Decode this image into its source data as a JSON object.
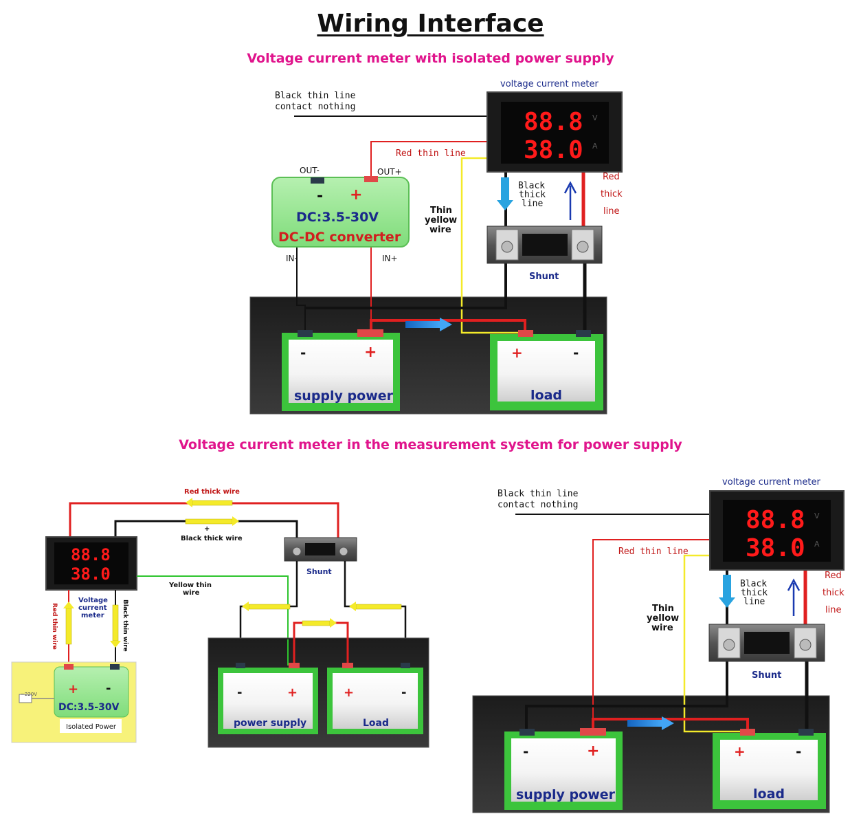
{
  "page": {
    "title": "Wiring Interface",
    "subtitle_isolated": "Voltage current meter with isolated power supply",
    "subtitle_measurement": "Voltage current meter in the measurement system for power supply"
  },
  "colors": {
    "heading": "#111111",
    "subtitle": "#e0148c",
    "red_wire": "#e02020",
    "black_wire": "#111111",
    "yellow_wire": "#f4ea2a",
    "green_wire": "#2ec42e",
    "battery_green": "#3cc43c",
    "board_dark": "#2a2a2a",
    "display_red": "#ff1a1a",
    "label_navy": "#1a2a8a"
  },
  "diagram1": {
    "meter_label": "voltage  current meter",
    "display_top": "88.8",
    "display_bottom": "38.0",
    "unit_v": "V",
    "unit_a": "A",
    "black_thin_line_1": "Black thin line",
    "black_thin_line_2": "contact nothing",
    "red_thin_line": "Red thin line",
    "converter_out_minus": "OUT-",
    "converter_out_plus": "OUT+",
    "converter_minus": "-",
    "converter_plus": "+",
    "converter_voltage": "DC:3.5-30V",
    "converter_name": "DC-DC converter",
    "in_minus": "IN-",
    "in_plus": "IN+",
    "thin_yellow_1": "Thin",
    "thin_yellow_2": "yellow",
    "thin_yellow_3": "wire",
    "black_thick_1": "Black",
    "black_thick_2": "thick",
    "black_thick_3": "line",
    "red_thick_1": "Red",
    "red_thick_2": "thick",
    "red_thick_3": "line",
    "shunt": "Shunt",
    "supply_minus": "-",
    "supply_plus": "+",
    "supply_label": "supply power",
    "load_plus": "+",
    "load_minus": "-",
    "load_label": "load"
  },
  "diagram2": {
    "red_thick_wire": "Red thick wire",
    "black_thick_wire": "Black thick wire",
    "plus_mark": "+",
    "display_top": "88.8",
    "display_bottom": "38.0",
    "meter_label_1": "Voltage",
    "meter_label_2": "current",
    "meter_label_3": "meter",
    "yellow_thin_1": "Yellow thin",
    "yellow_thin_2": "wire",
    "shunt": "Shunt",
    "red_thin_wire": "Red thin wire",
    "black_thin_wire": "Black thin wire",
    "mains": "~220V",
    "iso_plus": "+",
    "iso_minus": "-",
    "iso_voltage": "DC:3.5-30V",
    "iso_label": "Isolated Power",
    "ps_minus": "-",
    "ps_plus": "+",
    "ps_label": "power supply",
    "load_plus": "+",
    "load_minus": "-",
    "load_label": "Load"
  },
  "diagram3": {
    "meter_label": "voltage  current meter",
    "display_top": "88.8",
    "display_bottom": "38.0",
    "unit_v": "V",
    "unit_a": "A",
    "black_thin_line_1": "Black thin line",
    "black_thin_line_2": "contact nothing",
    "red_thin_line": "Red thin line",
    "black_thick_1": "Black",
    "black_thick_2": "thick",
    "black_thick_3": "line",
    "red_thick_1": "Red",
    "red_thick_2": "thick",
    "red_thick_3": "line",
    "thin_yellow_1": "Thin",
    "thin_yellow_2": "yellow",
    "thin_yellow_3": "wire",
    "shunt": "Shunt",
    "supply_minus": "-",
    "supply_plus": "+",
    "supply_label": "supply power",
    "load_plus": "+",
    "load_minus": "-",
    "load_label": "load"
  }
}
